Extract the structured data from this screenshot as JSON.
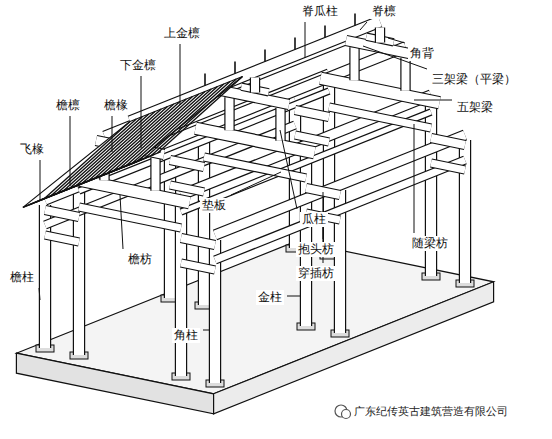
{
  "diagram": {
    "labels": [
      "脊瓜柱",
      "脊檩",
      "上金檩",
      "角背",
      "下金檩",
      "三架梁（平梁）",
      "五架梁",
      "檐檩",
      "檐椽",
      "飞椽",
      "垫板",
      "瓜柱",
      "随梁枋",
      "檐枋",
      "抱头枋",
      "穿插枋",
      "檐柱",
      "角柱",
      "金柱",
      "广东纪传英古建筑营造有限公司"
    ]
  }
}
